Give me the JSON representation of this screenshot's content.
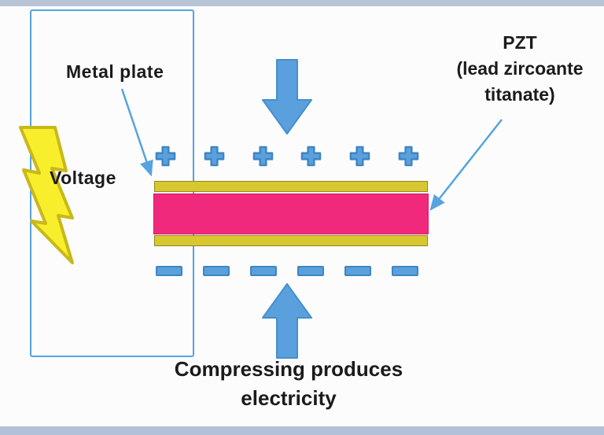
{
  "figure": {
    "labels": {
      "metal_plate": "Metal plate",
      "voltage": "Voltage",
      "pzt_line1": "PZT",
      "pzt_line2": "(lead zircoante",
      "pzt_line3": "titanate)",
      "caption_line1": "Compressing produces",
      "caption_line2": "electricity"
    },
    "charges": {
      "plus_symbol": "+",
      "minus_symbol": "−",
      "plus_count": 6,
      "minus_count": 6
    },
    "colors": {
      "charge_blue": "#5aa0dc",
      "charge_blue_dark": "#3e85c4",
      "wire_blue": "#55a4e0",
      "crystal_pink": "#f1297c",
      "electrode_gold": "#d9c72f",
      "bolt_yellow": "#f9ee2b",
      "bolt_outline": "#c9b81a",
      "frame_bar_blue": "#b7c3d7"
    }
  }
}
